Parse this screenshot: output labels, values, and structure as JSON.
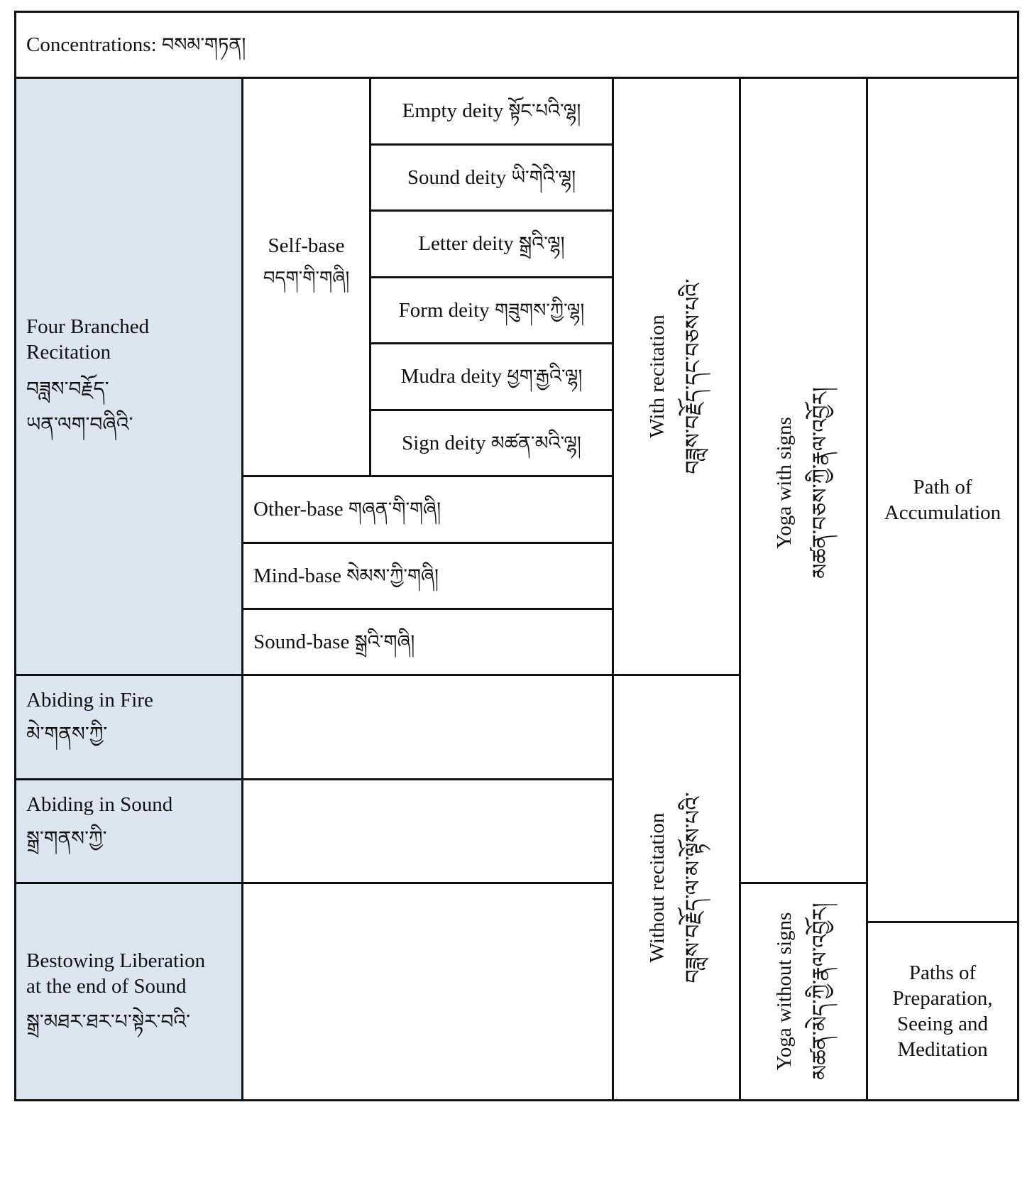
{
  "header": {
    "label": "Concentrations:",
    "tibetan": "བསམ་གཏན།"
  },
  "left_column": {
    "four_branched": {
      "title": "Four Branched Recitation",
      "tibetan_1": "བཟླས་བརྗོད་",
      "tibetan_2": "ཡན་ལག་བཞིའི་"
    },
    "abiding_fire": {
      "title": "Abiding in Fire",
      "tibetan": "མེ་གནས་ཀྱི་"
    },
    "abiding_sound": {
      "title": "Abiding in Sound",
      "tibetan": "སྒྲ་གནས་ཀྱི་"
    },
    "bestowing": {
      "title_1": "Bestowing Liberation",
      "title_2": "at the end of Sound",
      "tibetan": "སྒྲ་མཐར་ཐར་པ་སྟེར་བའི་"
    }
  },
  "self_base": {
    "title": "Self-base",
    "tibetan": "བདག་གི་གཞི།"
  },
  "deities": [
    {
      "label": "Empty deity",
      "tibetan": "སྟོང་པའི་ལྷ།"
    },
    {
      "label": "Sound deity",
      "tibetan": "ཡི་གེའི་ལྷ།"
    },
    {
      "label": "Letter deity",
      "tibetan": "སྒྲའི་ལྷ།"
    },
    {
      "label": "Form deity",
      "tibetan": "གཟུགས་ཀྱི་ལྷ།"
    },
    {
      "label": "Mudra deity",
      "tibetan": "ཕྱག་རྒྱའི་ལྷ།"
    },
    {
      "label": "Sign deity",
      "tibetan": "མཚན་མའི་ལྷ།"
    }
  ],
  "bases": [
    {
      "label": "Other-base",
      "tibetan": "གཞན་གི་གཞི།"
    },
    {
      "label": "Mind-base",
      "tibetan": "སེམས་ཀྱི་གཞི།"
    },
    {
      "label": "Sound-base",
      "tibetan": "སྒྲའི་གཞི།"
    }
  ],
  "recitation": {
    "with": {
      "label": "With recitation",
      "tibetan": "བཟླས་བརྗོད་དང་བཅས་པའི་"
    },
    "without": {
      "label": "Without recitation",
      "tibetan": "བཟླས་བརྗོད་ལ་མ་ལྟོས་པའི་"
    }
  },
  "yoga": {
    "with_signs": {
      "label": "Yoga with signs",
      "tibetan": "མཚན་བཅས་ཀྱི་རྣལ་འབྱོར།"
    },
    "without_signs": {
      "label": "Yoga without signs",
      "tibetan": "མཚན་མེད་ཀྱི་རྣལ་འབྱོར།"
    }
  },
  "paths": {
    "accumulation_1": "Path of",
    "accumulation_2": "Accumulation",
    "preparation_1": "Paths of",
    "preparation_2": "Preparation,",
    "preparation_3": "Seeing and",
    "preparation_4": "Meditation"
  },
  "colors": {
    "shade": "#dce6f1",
    "border": "#111111"
  }
}
